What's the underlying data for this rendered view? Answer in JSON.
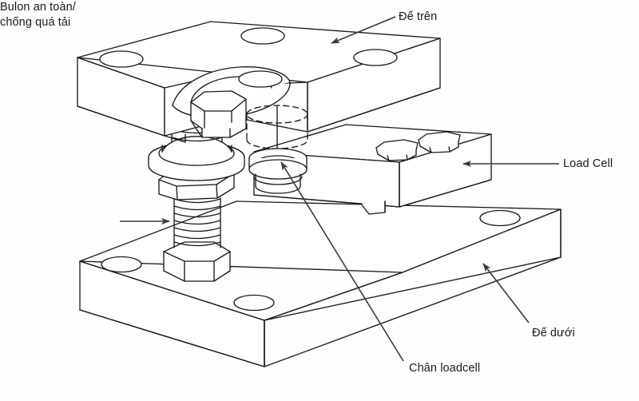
{
  "diagram": {
    "title": "Load cell mounting assembly (isometric exploded view)",
    "type": "technical-line-drawing",
    "background_color": "#fefefe",
    "line_color": "#1a1a1a",
    "text_color": "#1a1a1a",
    "labels": {
      "top_plate": "Đế trên",
      "load_cell": "Load Cell",
      "safety_bolt_line1": "Bulon an toàn/",
      "safety_bolt_line2": "chống quá tải",
      "bottom_plate": "Đế dưới",
      "loadcell_foot": "Chân loadcell"
    },
    "components": [
      {
        "name": "top-plate",
        "label": "Đế trên",
        "description": "Upper mounting plate with four bolt holes and an underside pocket"
      },
      {
        "name": "load-cell",
        "label": "Load Cell",
        "description": "Shear-beam load cell body with two hex cap bolts on top"
      },
      {
        "name": "safety-bolt",
        "label": "Bulon an toàn/chống quá tải",
        "description": "Safety / anti-overload bolt with washer and two hex nuts"
      },
      {
        "name": "bottom-plate",
        "label": "Đế dưới",
        "description": "Lower base plate with mounting holes"
      },
      {
        "name": "loadcell-foot",
        "label": "Chân loadcell",
        "description": "Cylindrical load button / foot under the load cell end"
      }
    ]
  }
}
